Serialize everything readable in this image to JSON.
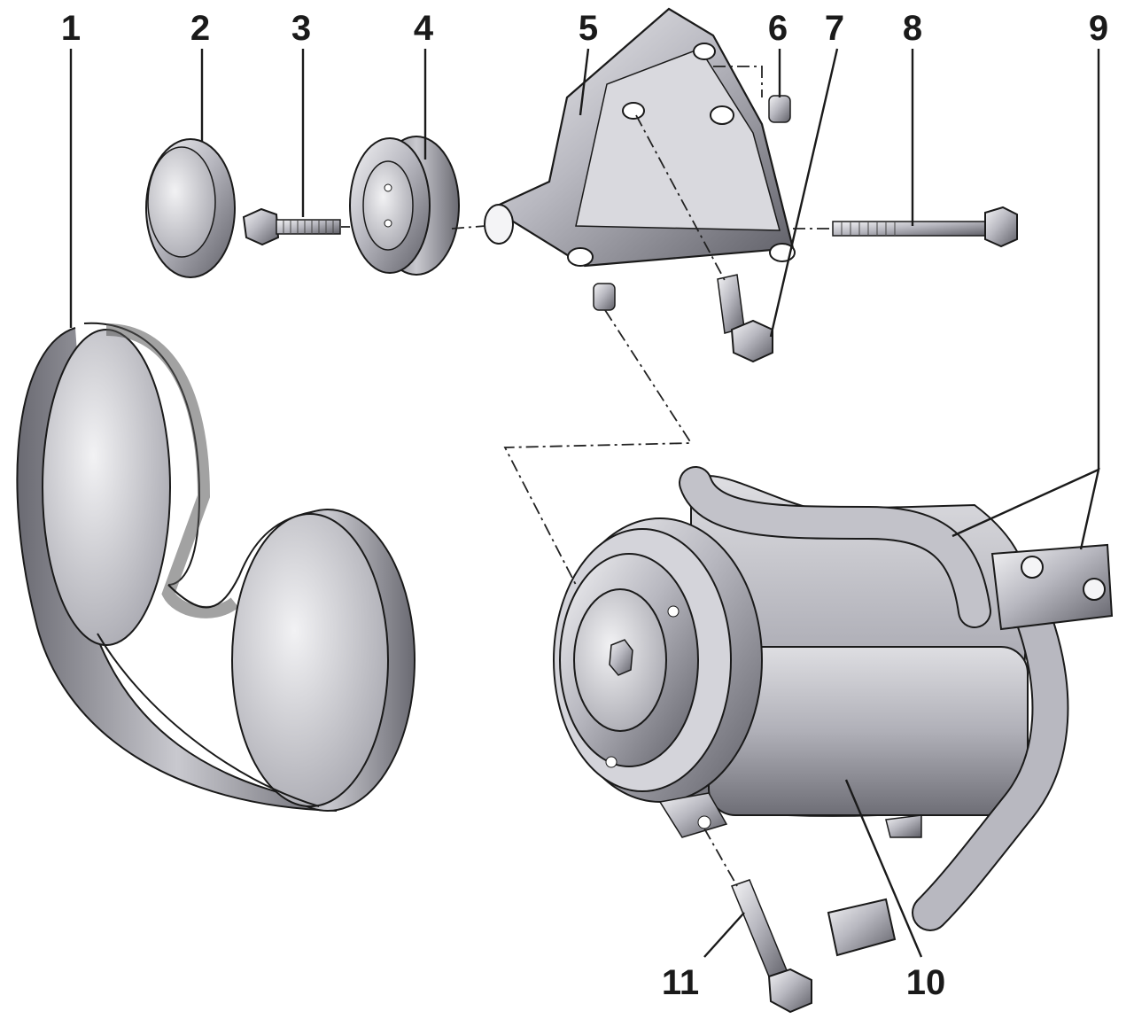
{
  "callouts": [
    "1",
    "2",
    "3",
    "4",
    "5",
    "6",
    "7",
    "8",
    "9",
    "10",
    "11"
  ],
  "colors": {
    "metal_light": "#e8e8ec",
    "metal_mid": "#a9a9b1",
    "metal_dark": "#5c5c64",
    "outline": "#1a1a1a"
  }
}
